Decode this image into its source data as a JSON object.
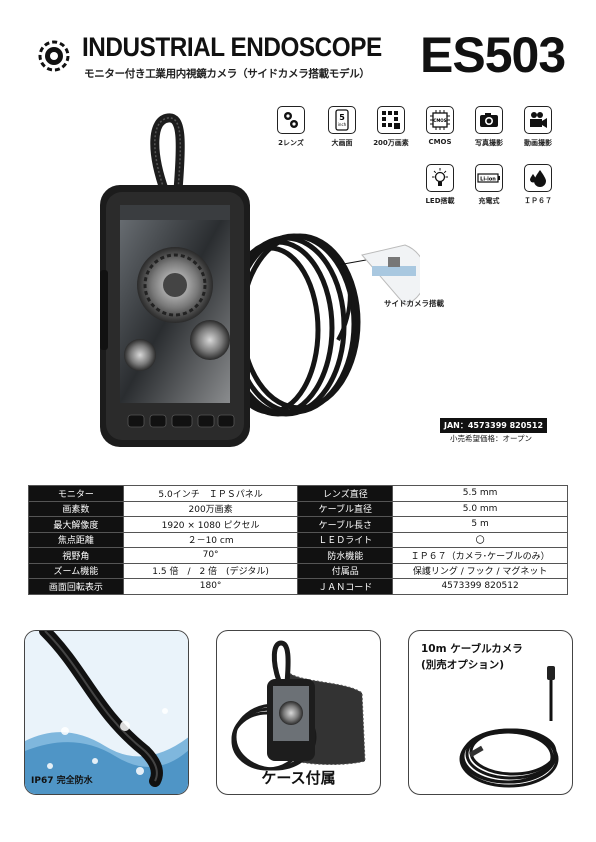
{
  "header": {
    "title": "INDUSTRIAL ENDOSCOPE",
    "subtitle": "モニター付き工業用内視鏡カメラ（サイドカメラ搭載モデル）",
    "model": "ES503"
  },
  "features": [
    {
      "icon": "dual-lens-icon",
      "label": "2レンズ"
    },
    {
      "icon": "large-screen-icon",
      "label": "大画面",
      "screen_text": "5",
      "screen_unit": "inch"
    },
    {
      "icon": "pixel-grid-icon",
      "label": "200万画素"
    },
    {
      "icon": "cmos-chip-icon",
      "label": "CMOS",
      "chip_text": "CMOS"
    },
    {
      "icon": "camera-icon",
      "label": "写真撮影"
    },
    {
      "icon": "video-camera-icon",
      "label": "動画撮影"
    },
    {
      "icon": "led-bulb-icon",
      "label": "LED搭載"
    },
    {
      "icon": "battery-icon",
      "label": "充電式",
      "battery_text": "Li-ion"
    },
    {
      "icon": "water-drop-icon",
      "label": "ＩＰ６７"
    }
  ],
  "product": {
    "callout": "サイドカメラ搭載",
    "jan_label": "JAN：4573399 820512",
    "price_note": "小売希望価格：オープン"
  },
  "specs": [
    [
      "モニター",
      "5.0インチ　ＩＰＳパネル",
      "レンズ直径",
      "5.5 mm"
    ],
    [
      "画素数",
      "200万画素",
      "ケーブル直径",
      "5.0 mm"
    ],
    [
      "最大解像度",
      "1920 × 1080 ピクセル",
      "ケーブル長さ",
      "5 m"
    ],
    [
      "焦点距離",
      "２－10 cm",
      "ＬＥＤライト",
      "〇"
    ],
    [
      "視野角",
      "70°",
      "防水機能",
      "ＩＰ６７（カメラ･ケーブルのみ）"
    ],
    [
      "ズーム機能",
      "1.5 倍　/　2 倍　(デジタル)",
      "付属品",
      "保護リング / フック / マグネット"
    ],
    [
      "画面回転表示",
      "180°",
      "ＪＡＮコード",
      "4573399 820512"
    ]
  ],
  "panels": {
    "waterproof": "IP67 完全防水",
    "case": "ケース付属",
    "cable_line1": "10m ケーブルカメラ",
    "cable_line2": "(別売オプション)"
  },
  "colors": {
    "dark": "#111111",
    "water": "#7fb7dd"
  }
}
